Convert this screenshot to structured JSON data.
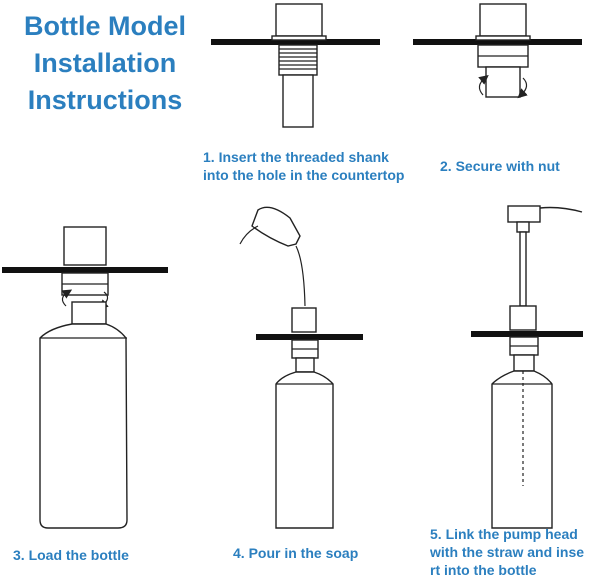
{
  "title": {
    "line1": "Bottle Model",
    "line2": "Installation",
    "line3": "Instructions"
  },
  "steps": [
    {
      "line1": "1. Insert the threaded shank",
      "line2": "into the hole in the countertop"
    },
    {
      "line1": "2. Secure with nut"
    },
    {
      "line1": "3. Load the bottle"
    },
    {
      "line1": "4. Pour in the soap"
    },
    {
      "line1": "5. Link the pump head",
      "line2": "with the straw and inse",
      "line3": "rt into the bottle"
    }
  ],
  "colors": {
    "accent": "#2b7fbf",
    "line": "#222222"
  }
}
